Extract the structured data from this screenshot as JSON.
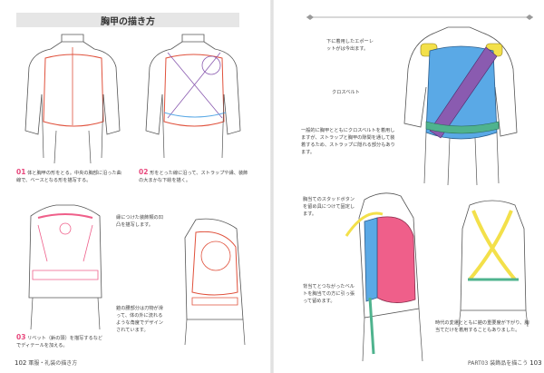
{
  "left_page": {
    "title": "胸甲の描き方",
    "steps": [
      {
        "num": "01",
        "text": "体と胸甲の形をとる。中央の胸部に沿った曲線で、ベースとなる形を描写する。"
      },
      {
        "num": "02",
        "text": "形をとった線に沿って、ストラップや縁、装飾の大まかな下絵を描く。"
      },
      {
        "num": "03",
        "text": "リベット（鋲の頭）を描写するなどでディテールを加える。"
      }
    ],
    "side_note_1": "縁につけた装飾類の凹凸を描写します。",
    "side_note_2": "鎧の腰部分は刃物が滑って、体の外に流れるような角度でデザインされています。",
    "folio_num": "102",
    "folio_text": "軍服・礼装の描き方"
  },
  "right_page": {
    "note_epaulette": "下に着用したエポーレットがは今出ます。",
    "label_crossbelt": "クロスベルト",
    "note_crossbelt": "一般的に胸甲とともにクロスベルトを着用しますが、ストラップと胸甲の隙間を通して装着するため、ストラップに隠れる部分もあります。",
    "note_button": "胸当てのスタッドボタンを留め具につけて固定します。",
    "note_belt": "背当てとつながったベルトを胸当ての方に引っ張って留めます。",
    "note_era": "時代の変遷とともに鎧の重要度が下がり、胸当てだけを着用することもありました。",
    "folio_num": "103",
    "folio_text": "PART03 装飾品を描こう"
  },
  "colors": {
    "accent_pink": "#e8477c",
    "vest_blue": "#5aa9e6",
    "sash_purple": "#8a5bb0",
    "strap_yellow": "#f3e04a",
    "plate_pink": "#ef5f8a",
    "belt_green": "#4fb38e",
    "sketch_red": "#e0513c"
  }
}
